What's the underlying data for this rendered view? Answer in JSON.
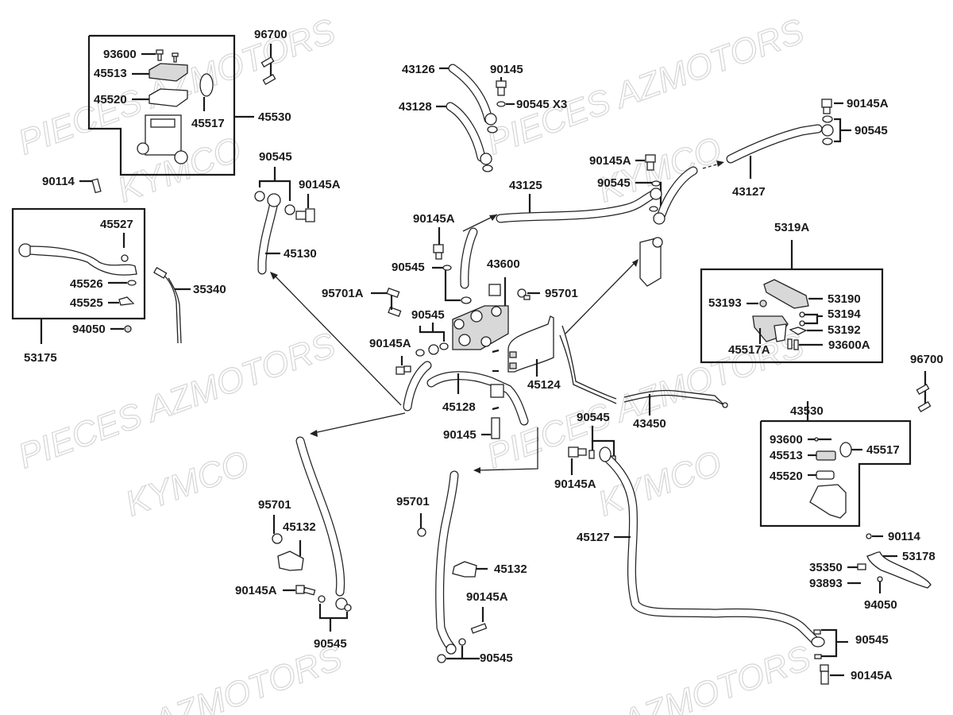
{
  "title": "Kymco brake system exploded parts diagram",
  "watermarks": {
    "line1": "PIECES AZMOTORS",
    "line2": "KYMCO",
    "partial": "AZMOTORS"
  },
  "assemblies": {
    "front_master_cylinder": {
      "ref": "45530",
      "parts": [
        "93600",
        "45513",
        "45520",
        "45517"
      ]
    },
    "left_lever": {
      "ref": "53175",
      "parts": [
        "45527",
        "45526",
        "45525"
      ]
    },
    "parking_lever": {
      "ref": "5319A",
      "parts": [
        "53193",
        "53190",
        "53194",
        "53192",
        "45517A",
        "93600A"
      ]
    },
    "rear_master_cylinder": {
      "ref": "43530",
      "parts": [
        "93600",
        "45513",
        "45520",
        "45517"
      ]
    }
  },
  "labels": {
    "mc_93600": "93600",
    "mc_45513": "45513",
    "mc_45520": "45520",
    "mc_45517": "45517",
    "mc_45530": "45530",
    "top_96700": "96700",
    "l_90114": "90114",
    "lv_45527": "45527",
    "lv_45526": "45526",
    "lv_45525": "45525",
    "l_94050": "94050",
    "l_53175": "53175",
    "l_35340": "35340",
    "h_90545": "90545",
    "h_90145A": "90145A",
    "h_45130": "45130",
    "t_43126": "43126",
    "t_43128": "43128",
    "t_90145": "90145",
    "t_90545x3": "90545 X3",
    "c_90145A": "90145A",
    "c_90545": "90545",
    "c_43125": "43125",
    "r_90145A": "90145A",
    "r_90545": "90545",
    "r_43127": "43127",
    "p_90145A": "90145A",
    "p_90545": "90545",
    "p_43600": "43600",
    "p_95701A": "95701A",
    "p_95701": "95701",
    "p_90545b": "90545",
    "p_90145Ab": "90145A",
    "p_45124": "45124",
    "p_45128": "45128",
    "p_90145": "90145",
    "pk_5319A": "5319A",
    "pk_53193": "53193",
    "pk_53190": "53190",
    "pk_53194": "53194",
    "pk_53192": "53192",
    "pk_45517A": "45517A",
    "pk_93600A": "93600A",
    "r2_96700": "96700",
    "rm_43530": "43530",
    "rm_93600": "93600",
    "rm_45513": "45513",
    "rm_45520": "45520",
    "rm_45517": "45517",
    "cb_43450": "43450",
    "m_90545": "90545",
    "m_90145A": "90145A",
    "m_45127": "45127",
    "rl_90114": "90114",
    "rl_53178": "53178",
    "rl_35350": "35350",
    "rl_93893": "93893",
    "rl_94050": "94050",
    "br_90545": "90545",
    "br_90145A": "90145A",
    "bl_95701": "95701",
    "bl_45132": "45132",
    "bl_90145A": "90145A",
    "bl_90545": "90545",
    "bc_95701": "95701",
    "bc_45132": "45132",
    "bc_90145A": "90145A",
    "bc_90545": "90545"
  }
}
